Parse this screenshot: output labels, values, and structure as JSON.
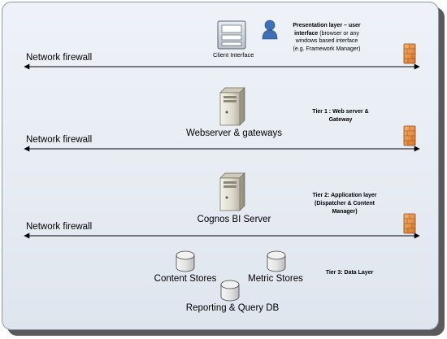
{
  "firewalls": [
    {
      "label": "Network firewall"
    },
    {
      "label": "Network firewall"
    },
    {
      "label": "Network firewall"
    }
  ],
  "client": {
    "label": "Client Interface"
  },
  "presentation_note": {
    "line1_bold": "Presentation layer – user",
    "line2_bold": "interface",
    "line2_rest": " (browser or any",
    "line3": "windows based interface",
    "line4": "(e.g. Framework Manager)"
  },
  "tier1": {
    "server_label": "Webserver & gateways",
    "note_line1": "Tier 1 : Web server &",
    "note_line2": "Gateway"
  },
  "tier2": {
    "server_label": "Cognos BI Server",
    "note_line1": "Tier 2: Application layer",
    "note_line2": "(Dispatcher & Content",
    "note_line3": "Manager)"
  },
  "tier3": {
    "note": "Tier 3: Data Layer",
    "stores": [
      {
        "label": "Content Stores"
      },
      {
        "label": "Metric Stores"
      },
      {
        "label": "Reporting & Query DB"
      }
    ]
  },
  "colors": {
    "panel_border": "#8a99ad",
    "firewall_brick": "#e8944a",
    "server_body": "#e6e3d7",
    "user_icon": "#3f6fb5"
  }
}
